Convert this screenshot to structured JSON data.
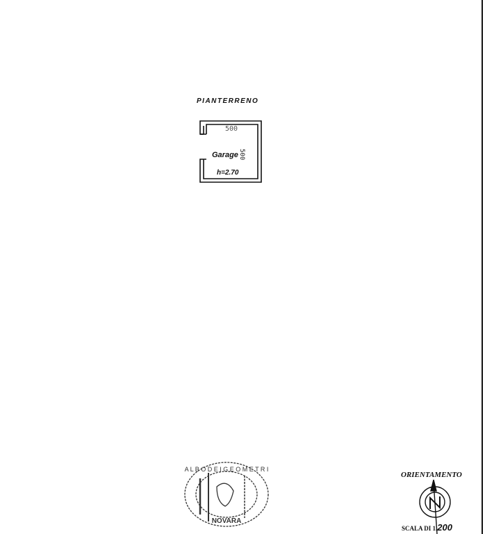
{
  "plan": {
    "floor_title": "PIANTERRENO",
    "room_name": "Garage",
    "width_dimension": "500",
    "depth_dimension": "500",
    "ceiling_height": "h=2.70"
  },
  "legend": {
    "orientation_label": "ORIENTAMENTO",
    "scale_prefix": "SCALA DI 1.",
    "scale_value": "200",
    "compass_letter": "N"
  },
  "stamp": {
    "text": "ALBO DEI GEOMETRI NOVARA"
  },
  "colors": {
    "ink": "#111111",
    "paper": "#ffffff"
  }
}
